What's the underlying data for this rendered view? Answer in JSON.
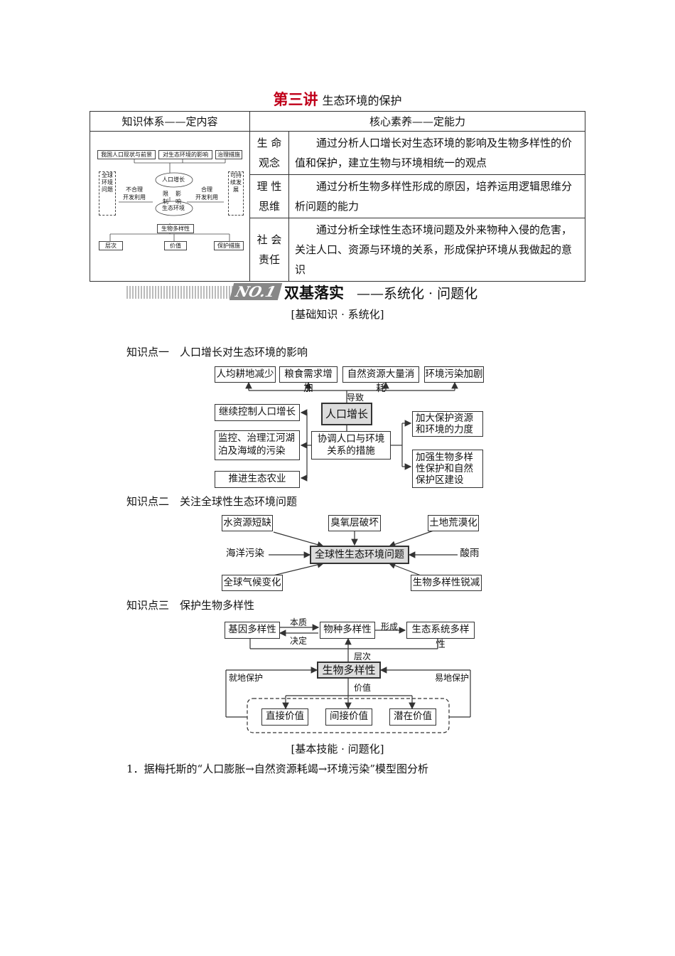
{
  "header": {
    "lecture": "第三讲",
    "topic": "生态环境的保护"
  },
  "table": {
    "col1": "知识体系——定内容",
    "col2": "核心素养——定能力",
    "rows": [
      {
        "label": "生 命\n观念",
        "text": "通过分析人口增长对生态环境的影响及生物多样性的价值和保护，建立生物与环境相统一的观点"
      },
      {
        "label": "理 性\n思维",
        "text": "通过分析生物多样性形成的原因，培养运用逻辑思维分析问题的能力"
      },
      {
        "label": "社 会\n责任",
        "text": "通过分析全球性生态环境问题及外来物种入侵的危害，关注人口、资源与环境的关系，形成保护环境从我做起的意识"
      }
    ],
    "mini_map": {
      "top": [
        "我国人口现状与前景",
        "对生态环境的影响",
        "治理措施"
      ],
      "left": "全球环境问题",
      "right": "可持续发展",
      "left_arrow": "不合理\n开发利用",
      "right_arrow": "合理\n开发利用",
      "top_oval": "人口增长",
      "bottom_oval": "生态环境",
      "mid_left": "限制",
      "mid_right": "影响",
      "center": "生物多样性",
      "bottom": [
        "层次",
        "价值",
        "保护措施"
      ]
    }
  },
  "banner": {
    "no": "NO.1",
    "title": "双基落实",
    "subtitle": "——系统化 · 问题化"
  },
  "section1": "[基础知识 · 系统化]",
  "kp1": {
    "title": "知识点一　人口增长对生态环境的影响",
    "effects": [
      "人均耕地减少",
      "粮食需求增加",
      "自然资源大量消耗",
      "环境污染加剧"
    ],
    "lead_to": "导致",
    "center": "人口增长",
    "measures": "协调人口与环境关系的措施",
    "left": [
      "继续控制人口增长",
      "监控、治理江河湖泊及海域的污染",
      "推进生态农业"
    ],
    "right": [
      "加大保护资源和环境的力度",
      "加强生物多样性保护和自然保护区建设"
    ]
  },
  "kp2": {
    "title": "知识点二　关注全球性生态环境问题",
    "center": "全球性生态环境问题",
    "items": [
      "水资源短缺",
      "臭氧层破坏",
      "土地荒漠化",
      "海洋污染",
      "酸雨",
      "全球气候变化",
      "生物多样性锐减"
    ]
  },
  "kp3": {
    "title": "知识点三　保护生物多样性",
    "gene": "基因多样性",
    "species": "物种多样性",
    "ecosystem": "生态系统多样性",
    "essence": "本质",
    "decide": "决定",
    "form": "形成",
    "level": "层次",
    "center": "生物多样性",
    "value": "价值",
    "insitu": "就地保护",
    "exsitu": "易地保护",
    "values": [
      "直接价值",
      "间接价值",
      "潜在价值"
    ]
  },
  "section2": "[基本技能 · 问题化]",
  "question1": "1．据梅托斯的“人口膨胀→自然资源耗竭→环境污染”模型图分析"
}
